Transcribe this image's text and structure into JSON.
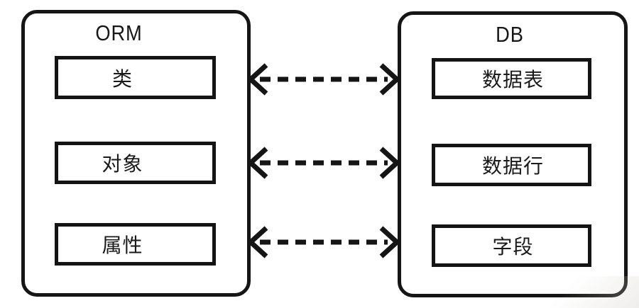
{
  "diagram": {
    "background_color": "#ffffff",
    "stroke_color": "#151515",
    "left_panel": {
      "title": "ORM",
      "items": [
        {
          "label": "类"
        },
        {
          "label": "对象"
        },
        {
          "label": "属性"
        }
      ]
    },
    "right_panel": {
      "title": "DB",
      "items": [
        {
          "label": "数据表"
        },
        {
          "label": "数据行"
        },
        {
          "label": "字段"
        }
      ]
    },
    "connections": [
      {
        "from": "类",
        "to": "数据表",
        "style": "dashed-double-arrow"
      },
      {
        "from": "对象",
        "to": "数据行",
        "style": "dashed-double-arrow"
      },
      {
        "from": "属性",
        "to": "字段",
        "style": "dashed-double-arrow"
      }
    ]
  }
}
